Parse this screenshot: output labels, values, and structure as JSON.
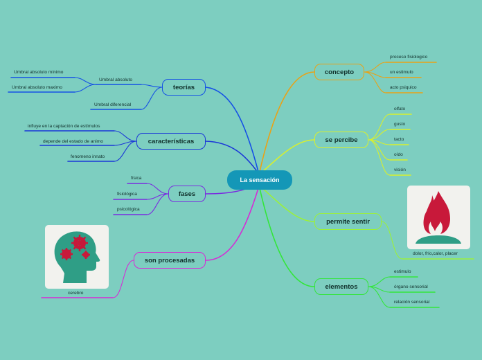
{
  "root": {
    "label": "La sensación"
  },
  "colors": {
    "root": "#1497b7",
    "teorias": "#1550e6",
    "caracteristicas": "#1a36d8",
    "fases": "#7a2ce0",
    "son_procesadas": "#d62ad6",
    "concepto": "#e9a216",
    "se_percibe": "#d9f02c",
    "permite_sentir": "#9cf03a",
    "elementos": "#33e63a"
  },
  "branches": {
    "teorias": {
      "label": "teorías",
      "umbral_absoluto": {
        "label": "Umbral absoluto",
        "children": [
          "Umbral absoluto mínimo",
          "Umbral absoluto maximo"
        ]
      },
      "umbral_diferencial": {
        "label": "Umbral diferencial"
      }
    },
    "caracteristicas": {
      "label": "características",
      "children": [
        "influye en la captación de estímulos",
        "depende del estado de animo",
        "fenomeno innato"
      ]
    },
    "fases": {
      "label": "fases",
      "children": [
        "física",
        "fisiológica",
        "psicológica"
      ]
    },
    "son_procesadas": {
      "label": "son procesadas",
      "child": "cerebro",
      "image_icon": "head-with-gears-icon"
    },
    "concepto": {
      "label": "concepto",
      "children": [
        "proceso fisiologico",
        "un estimulo",
        "acto psiquico"
      ]
    },
    "se_percibe": {
      "label": "se percibe",
      "children": [
        "olfato",
        "gusto",
        "tacto",
        "oído",
        "visión"
      ]
    },
    "permite_sentir": {
      "label": "permite sentir",
      "child": "dolor, frío,calor, placer",
      "image_icon": "flame-icon"
    },
    "elementos": {
      "label": "elementos",
      "children": [
        "estimulo",
        "órgano sensorial",
        "relación sensorial"
      ]
    }
  }
}
